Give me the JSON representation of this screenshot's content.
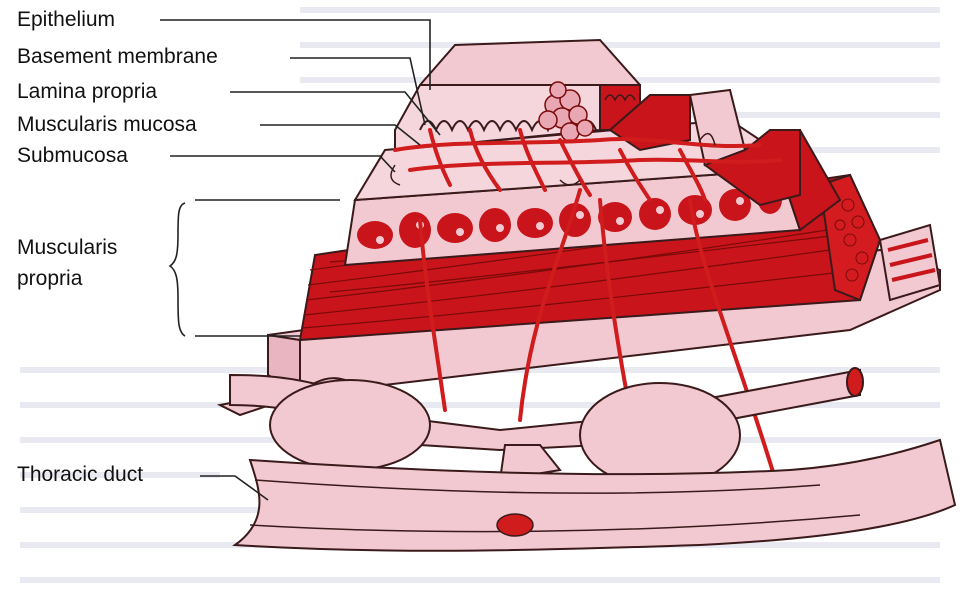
{
  "labels": {
    "epithelium": "Epithelium",
    "basement_membrane": "Basement membrane",
    "lamina_propria": "Lamina propria",
    "muscularis_mucosa": "Muscularis mucosa",
    "submucosa": "Submucosa",
    "muscularis_propria_line1": "Muscularis",
    "muscularis_propria_line2": "propria",
    "thoracic_duct": "Thoracic duct"
  },
  "colors": {
    "tissue_pink": "#f2c9d1",
    "tissue_light": "#f8dde3",
    "vessel_red": "#d01c1c",
    "muscle_red": "#c8141a",
    "outline": "#3a1a1a"
  }
}
